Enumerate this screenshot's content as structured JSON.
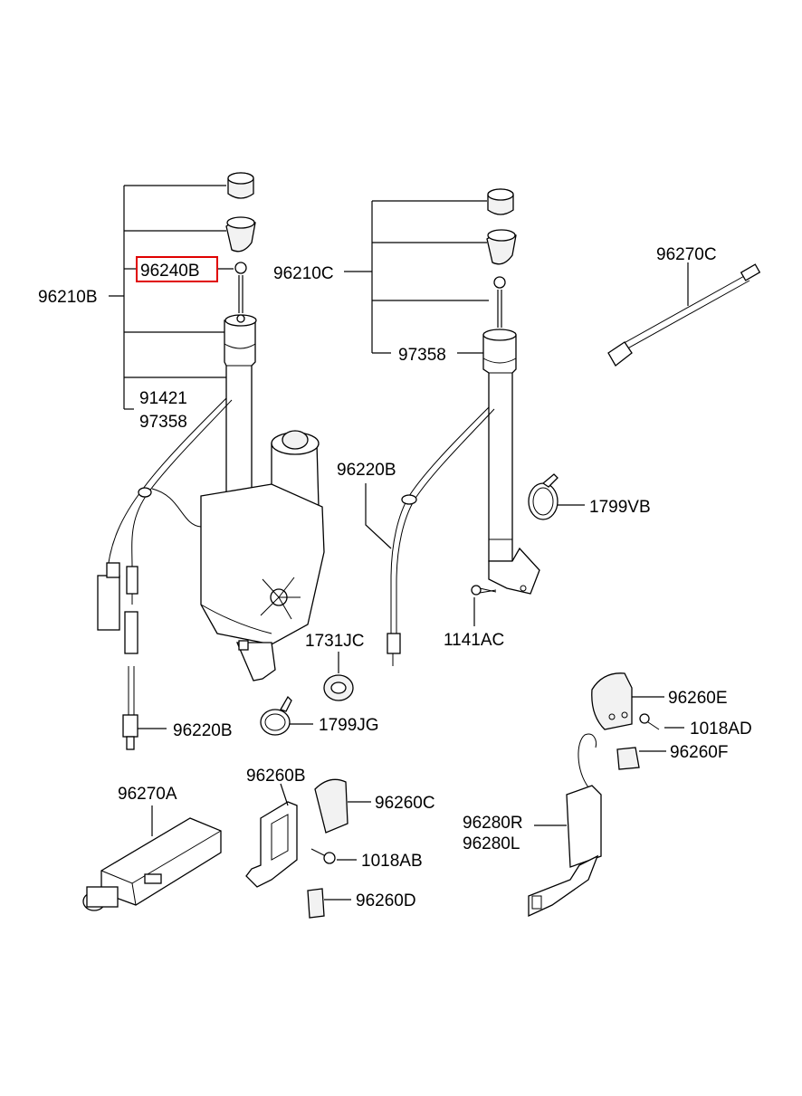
{
  "diagram": {
    "labels": {
      "p96210B": "96210B",
      "p96240B": "96240B",
      "p91421": "91421",
      "p97358_left": "97358",
      "p96210C": "96210C",
      "p97358_right": "97358",
      "p96270C": "96270C",
      "p96220B_mid": "96220B",
      "p1799VB": "1799VB",
      "p1731JC": "1731JC",
      "p1141AC": "1141AC",
      "p1799JG": "1799JG",
      "p96220B_bottom": "96220B",
      "p96260E": "96260E",
      "p1018AD": "1018AD",
      "p96260F": "96260F",
      "p96270A": "96270A",
      "p96260B": "96260B",
      "p96260C": "96260C",
      "p1018AB": "1018AB",
      "p96260D": "96260D",
      "p96280R": "96280R",
      "p96280L": "96280L"
    },
    "highlight_color": "#e00000"
  }
}
